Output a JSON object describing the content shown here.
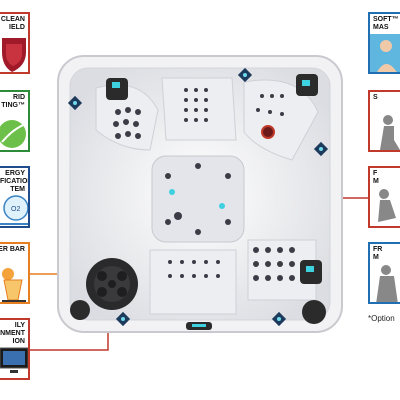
{
  "features": {
    "left": [
      {
        "name": "clean-shield",
        "label": "CLEAN\nIELD",
        "border_color": "#c0392b"
      },
      {
        "name": "hybrid-filtering",
        "label": "RID\nTING™",
        "border_color": "#2e8b3a"
      },
      {
        "name": "energy-purification",
        "label": "ERGY\nIFICATION\nTEM",
        "border_color": "#1f4d8c"
      },
      {
        "name": "water-bar",
        "label": "ER BAR",
        "border_color": "#e67e22"
      },
      {
        "name": "entertainment-system",
        "label": "ILY\nINMENT\nION",
        "border_color": "#c0392b"
      }
    ],
    "right": [
      {
        "name": "soft-massage",
        "label": "SOFT™\nMAS",
        "border_color": "#1f6fb2"
      },
      {
        "name": "seat-massage-1",
        "label": "S",
        "border_color": "#c0392b"
      },
      {
        "name": "seat-massage-2",
        "label": "F\nM",
        "border_color": "#c0392b"
      },
      {
        "name": "seat-massage-3",
        "label": "FR\nM",
        "border_color": "#1f6fb2"
      }
    ]
  },
  "footnote": "*Option",
  "colors": {
    "red": "#c0392b",
    "orange": "#e67e22",
    "blue": "#1f4d8c",
    "green": "#5cb85c",
    "shell": "#f3f3f5",
    "cabinet": "#2b2b2b"
  }
}
